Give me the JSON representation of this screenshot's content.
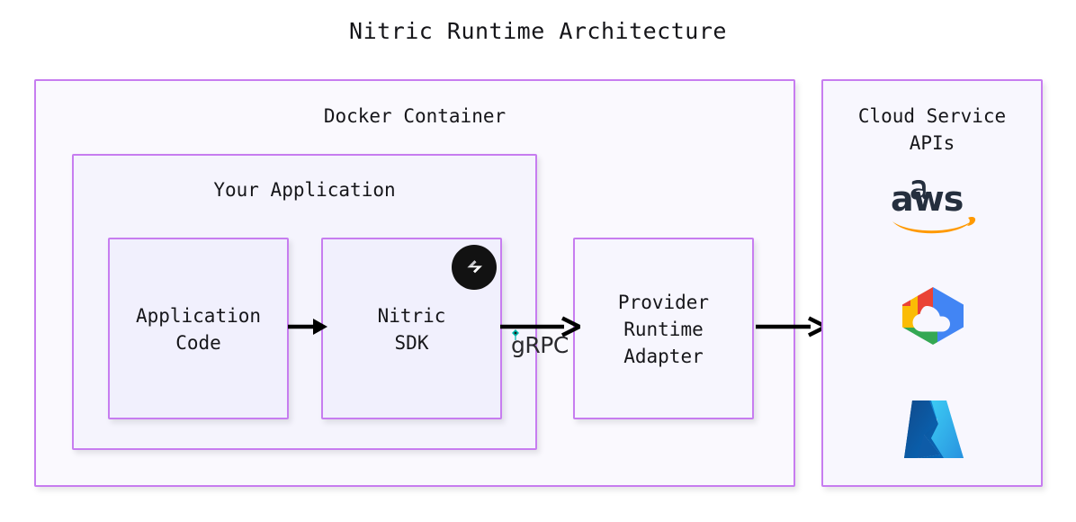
{
  "title": "Nitric Runtime Architecture",
  "containers": {
    "docker": {
      "label": "Docker Container"
    },
    "application": {
      "label": "Your Application"
    },
    "cloud": {
      "label": "Cloud Service\nAPIs"
    }
  },
  "nodes": {
    "application_code": {
      "label": "Application\nCode"
    },
    "nitric_sdk": {
      "label": "Nitric\nSDK"
    },
    "provider_adapter": {
      "label": "Provider\nRuntime\nAdapter"
    }
  },
  "edges": {
    "code_to_sdk": {
      "label": ""
    },
    "sdk_to_adapter": {
      "label": "gRPC"
    },
    "adapter_to_cloud": {
      "label": ""
    }
  },
  "icons": {
    "nitric_badge": "nitric-logo-icon",
    "aws": "aws-logo-icon",
    "gcp": "google-cloud-logo-icon",
    "azure": "microsoft-azure-logo-icon"
  },
  "colors": {
    "border": "#c77df0",
    "box_fill": "#f8f7fe",
    "page_bg": "#ffffff",
    "arrow": "#000000",
    "aws_text": "#252f3e",
    "aws_swoosh": "#ff9900",
    "gcp_red": "#ea4335",
    "gcp_blue": "#4285f4",
    "gcp_yellow": "#fbbc05",
    "gcp_green": "#34a853",
    "azure_blue": "#0078d4",
    "grpc_accent": "#00b5ad",
    "nitric_badge": "#121212"
  }
}
